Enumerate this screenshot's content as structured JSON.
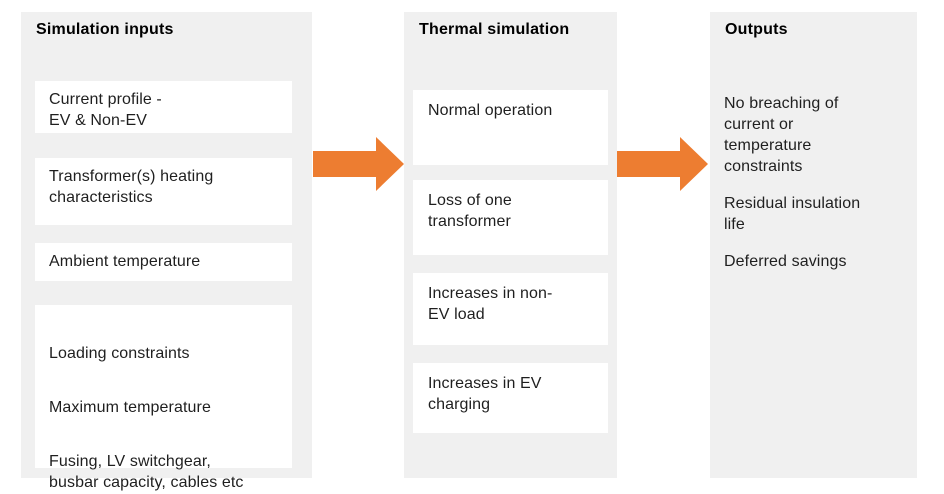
{
  "colors": {
    "arrow": "#ED7D31",
    "panel_bg": "#F0F0F0",
    "box_bg": "#FFFFFF",
    "title_text": "#000000",
    "body_text": "#1F1F1F"
  },
  "columns": {
    "inputs": {
      "title": "Simulation inputs",
      "boxes": {
        "current_profile": "Current profile -\nEV & Non-EV",
        "transformer_heating": "Transformer(s) heating\ncharacteristics",
        "ambient_temperature": "Ambient temperature",
        "constraints": {
          "p1": "Loading constraints",
          "p2": "Maximum temperature",
          "p3": "Fusing, LV switchgear,\nbusbar capacity, cables etc"
        }
      }
    },
    "thermal": {
      "title": "Thermal simulation",
      "boxes": {
        "normal_operation": "Normal operation",
        "loss_of_transformer": "Loss of one\ntransformer",
        "non_ev_increase": "Increases in non-\nEV load",
        "ev_increase": "Increases in EV\ncharging"
      }
    },
    "outputs": {
      "title": "Outputs",
      "paragraphs": {
        "p1": "No breaching of\ncurrent or\ntemperature\nconstraints",
        "p2": "Residual insulation\nlife",
        "p3": "Deferred savings"
      }
    }
  }
}
